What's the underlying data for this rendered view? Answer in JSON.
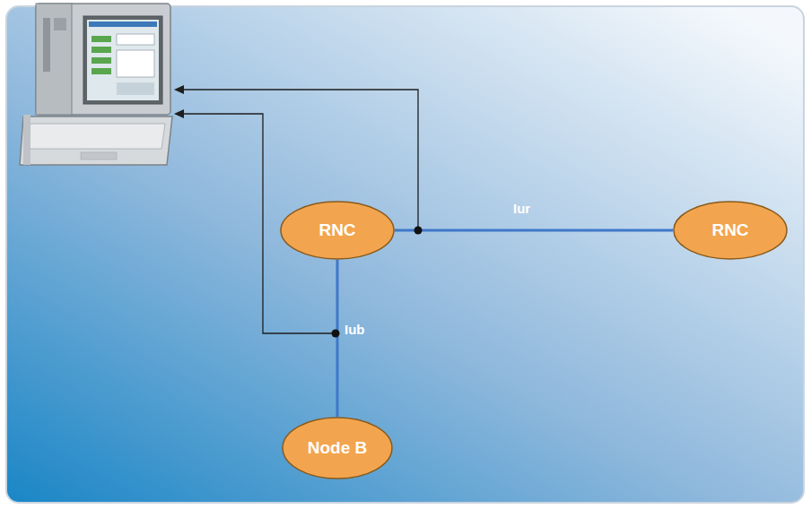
{
  "diagram": {
    "nodes": [
      {
        "text": [
          "RNC"
        ]
      },
      {
        "text": [
          "RNC"
        ]
      },
      {
        "text": [
          "Node B"
        ]
      }
    ],
    "edges": [
      {
        "from": 0,
        "to": 1,
        "arrow": "none",
        "label": "Iur"
      },
      {
        "from": 0,
        "to": 2,
        "arrow": "none",
        "label": "Iub"
      }
    ]
  }
}
